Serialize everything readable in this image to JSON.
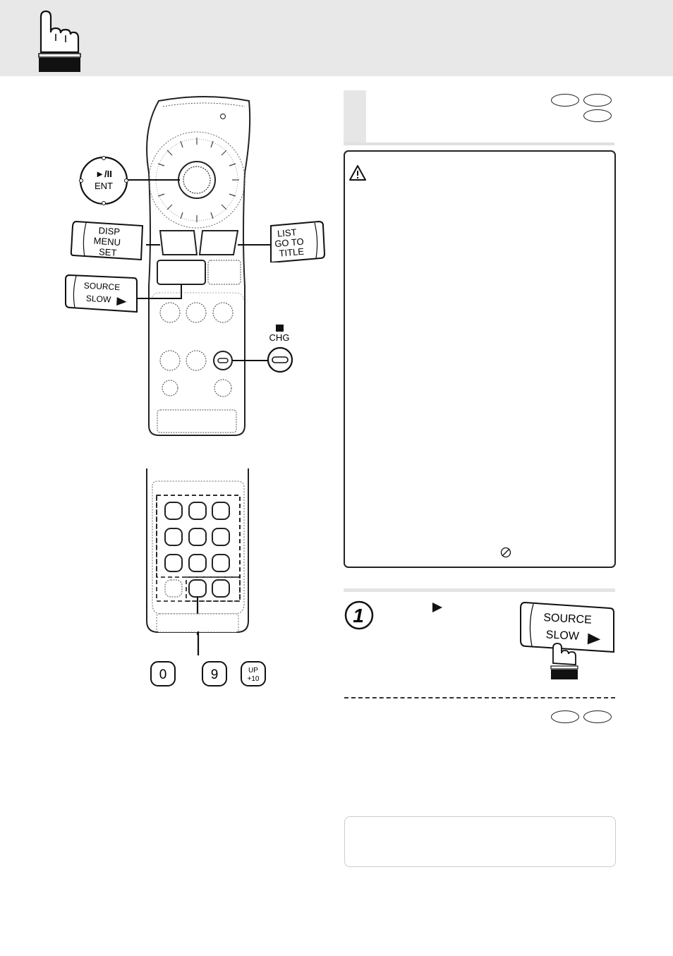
{
  "remote_top": {
    "play_pause_label": "►/II",
    "enter_label": "ENT",
    "disp_label": "DISP",
    "menu_label": "MENU",
    "set_label": "SET",
    "list_label": "LIST",
    "goto_label": "GO TO",
    "title_label": "TITLE",
    "source_label": "SOURCE",
    "slow_label": "SLOW",
    "chg_label": "CHG"
  },
  "remote_bottom": {
    "key_zero": "0",
    "key_nine": "9",
    "key_up": "UP",
    "key_plus10": "+10"
  },
  "step": {
    "number": "1",
    "source_label": "SOURCE",
    "slow_label": "SLOW"
  },
  "colors": {
    "header_band": "#e8e8e8",
    "ink": "#111111"
  }
}
